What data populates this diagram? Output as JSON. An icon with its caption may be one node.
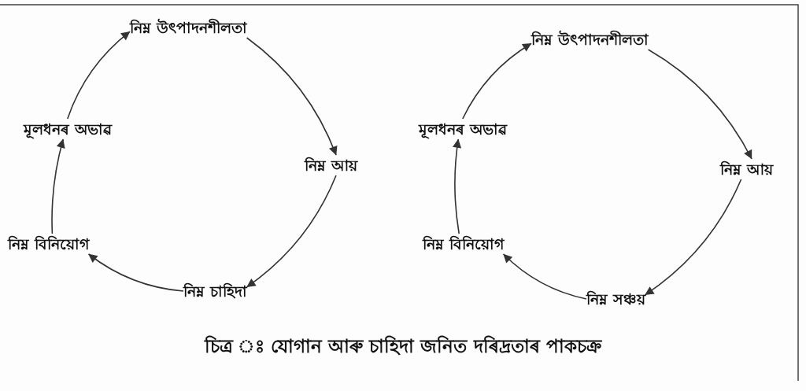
{
  "diagram": {
    "caption": "চিত্ৰ ঃ যোগান আৰু চাহিদা জনিত দৰিদ্ৰতাৰ পাকচক্ৰ",
    "nodes": [
      {
        "text": [
          "নিম্ন উৎপাদনশীলতা"
        ]
      },
      {
        "text": [
          "নিম্ন আয়"
        ]
      },
      {
        "text": [
          "নিম্ন চাহিদা"
        ]
      },
      {
        "text": [
          "নিম্ন বিনিয়োগ"
        ]
      },
      {
        "text": [
          "মূলধনৰ অভাৱ"
        ]
      },
      {
        "text": [
          "নিম্ন উৎপাদনশীলতা"
        ]
      },
      {
        "text": [
          "নিম্ন আয়"
        ]
      },
      {
        "text": [
          "নিম্ন সঞ্চয়"
        ]
      },
      {
        "text": [
          "নিম্ন বিনিয়োগ"
        ]
      },
      {
        "text": [
          "মূলধনৰ অভাৱ"
        ]
      }
    ],
    "edges": [
      {
        "from": 0,
        "to": 1,
        "arrow": "to"
      },
      {
        "from": 1,
        "to": 2,
        "arrow": "to"
      },
      {
        "from": 2,
        "to": 3,
        "arrow": "to"
      },
      {
        "from": 3,
        "to": 4,
        "arrow": "to"
      },
      {
        "from": 4,
        "to": 0,
        "arrow": "to"
      },
      {
        "from": 5,
        "to": 6,
        "arrow": "to"
      },
      {
        "from": 6,
        "to": 7,
        "arrow": "to"
      },
      {
        "from": 7,
        "to": 8,
        "arrow": "to"
      },
      {
        "from": 8,
        "to": 9,
        "arrow": "to"
      },
      {
        "from": 9,
        "to": 5,
        "arrow": "to"
      }
    ]
  }
}
